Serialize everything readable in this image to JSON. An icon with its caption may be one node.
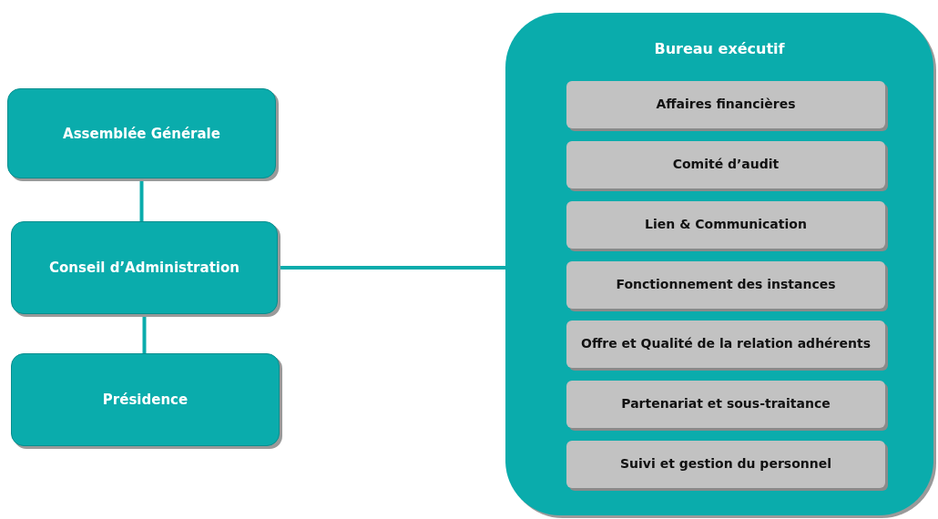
{
  "diagram": {
    "nodes": [
      {
        "text": [
          "Assemblée Générale"
        ]
      },
      {
        "text": [
          "Conseil d’Administration"
        ]
      },
      {
        "text": [
          "Présidence"
        ]
      },
      {
        "text": [
          "Bureau exécutif"
        ]
      },
      {
        "text": [
          "Affaires financières"
        ],
        "in": 3
      },
      {
        "text": [
          "Comité d’audit"
        ],
        "in": 3
      },
      {
        "text": [
          "Lien & Communication"
        ],
        "in": 3
      },
      {
        "text": [
          "Fonctionnement des instances"
        ],
        "in": 3
      },
      {
        "text": [
          "Offre et Qualité de la relation adhérents"
        ],
        "in": 3
      },
      {
        "text": [
          "Partenariat et sous-traitance"
        ],
        "in": 3
      },
      {
        "text": [
          "Suivi et gestion du personnel"
        ],
        "in": 3
      }
    ],
    "edges": [
      {
        "from": 0,
        "to": 1,
        "arrow": "none"
      },
      {
        "from": 1,
        "to": 2,
        "arrow": "none"
      },
      {
        "from": 1,
        "to": 3,
        "arrow": "none"
      }
    ]
  }
}
